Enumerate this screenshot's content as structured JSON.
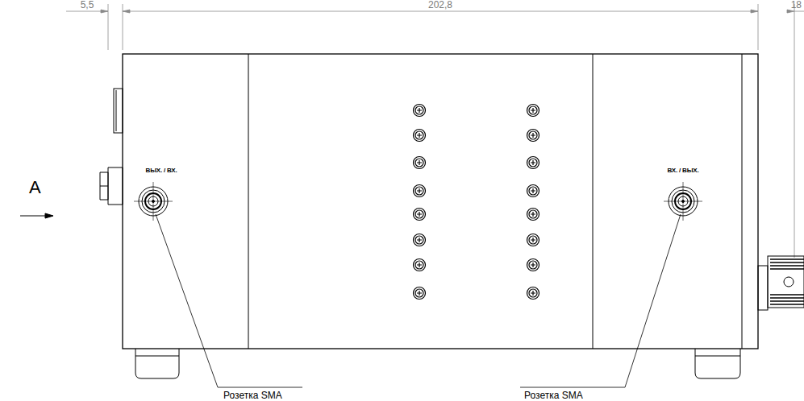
{
  "diagram": {
    "labels": [
      "5,5",
      "202,8",
      "18",
      "А",
      "ВЫХ. / ВХ.",
      "ВХ. / ВЫХ.",
      "Розетка SMA",
      "Розетка SMA"
    ]
  }
}
